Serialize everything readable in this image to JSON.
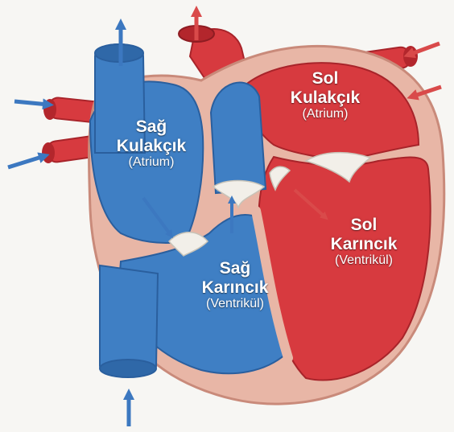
{
  "labels": {
    "right_atrium": {
      "name_1": "Sağ",
      "name_2": "Kulakçık",
      "sub": "(Atrium)"
    },
    "left_atrium": {
      "name_1": "Sol",
      "name_2": "Kulakçık",
      "sub": "(Atrium)"
    },
    "right_ventricle": {
      "name_1": "Sağ",
      "name_2": "Karıncık",
      "sub": "(Ventrikül)"
    },
    "left_ventricle": {
      "name_1": "Sol",
      "name_2": "Karıncık",
      "sub": "(Ventrikül)"
    }
  },
  "colors": {
    "deoxygenated": "#3f7fc4",
    "deoxygenated_dark": "#2a5f9e",
    "oxygenated": "#d73a3f",
    "oxygenated_dark": "#a8242a",
    "wall": "#e8b6a6",
    "valve": "#f2efe9",
    "arrow_blue": "#3c78c0",
    "arrow_red": "#d94a4a"
  }
}
